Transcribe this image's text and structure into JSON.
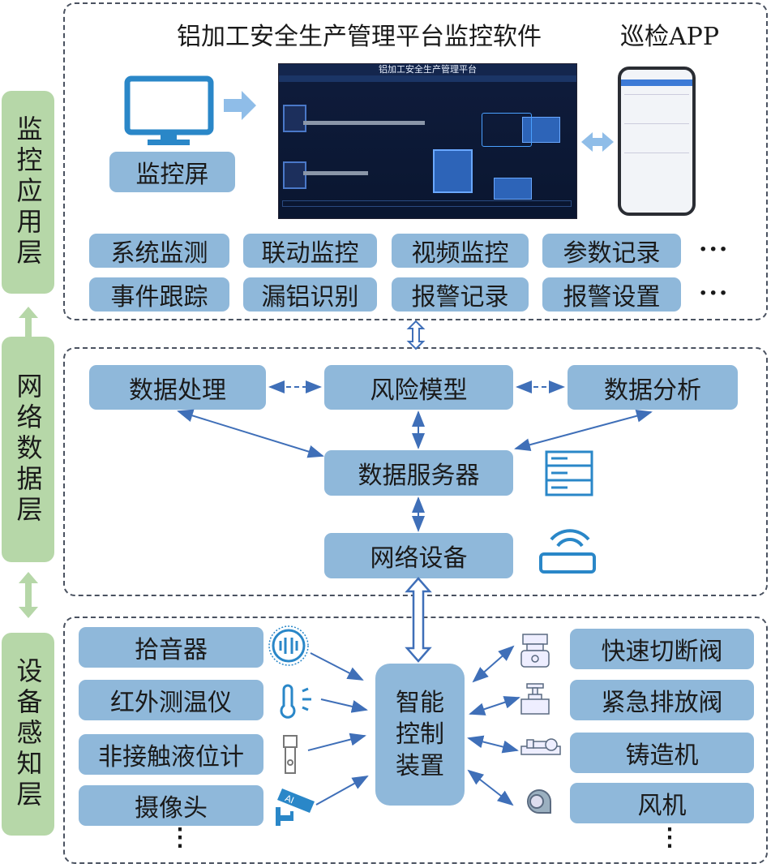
{
  "layers": {
    "app": "监控应用层",
    "network": "网络数据层",
    "device": "设备感知层"
  },
  "app_layer": {
    "software_title": "铝加工安全生产管理平台监控软件",
    "app_title": "巡检APP",
    "monitor_label": "监控屏",
    "platform_screen_title": "铝加工安全生产管理平台",
    "functions": [
      "系统监测",
      "联动监控",
      "视频监控",
      "参数记录",
      "事件跟踪",
      "漏铝识别",
      "报警记录",
      "报警设置"
    ],
    "ellipsis": "···"
  },
  "network_layer": {
    "data_processing": "数据处理",
    "risk_model": "风险模型",
    "data_analysis": "数据分析",
    "data_server": "数据服务器",
    "network_device": "网络设备"
  },
  "device_layer": {
    "sensors": [
      "拾音器",
      "红外测温仪",
      "非接触液位计",
      "摄像头"
    ],
    "controller": "智能控制装置",
    "actuators": [
      "快速切断阀",
      "紧急排放阀",
      "铸造机",
      "风机"
    ],
    "vertical_ellipsis": "⋮"
  },
  "colors": {
    "box": "#8fb8da",
    "layer": "#b6d7a8",
    "arrow": "#3f6fb8",
    "icon": "#2a87c8"
  }
}
